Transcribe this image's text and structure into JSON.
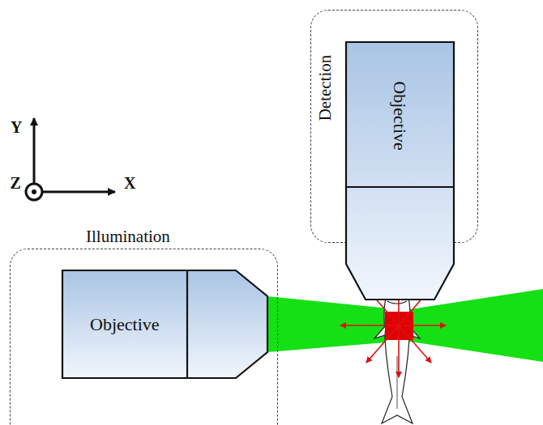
{
  "diagram": {
    "nodes": [
      {
        "text": [
          "Detection"
        ]
      },
      {
        "text": [
          "Objective"
        ],
        "in": 0
      },
      {
        "text": [
          "Illumination"
        ]
      },
      {
        "text": [
          "Objective"
        ],
        "in": 2
      }
    ],
    "labels": [
      "Y",
      "Z",
      "X"
    ]
  }
}
